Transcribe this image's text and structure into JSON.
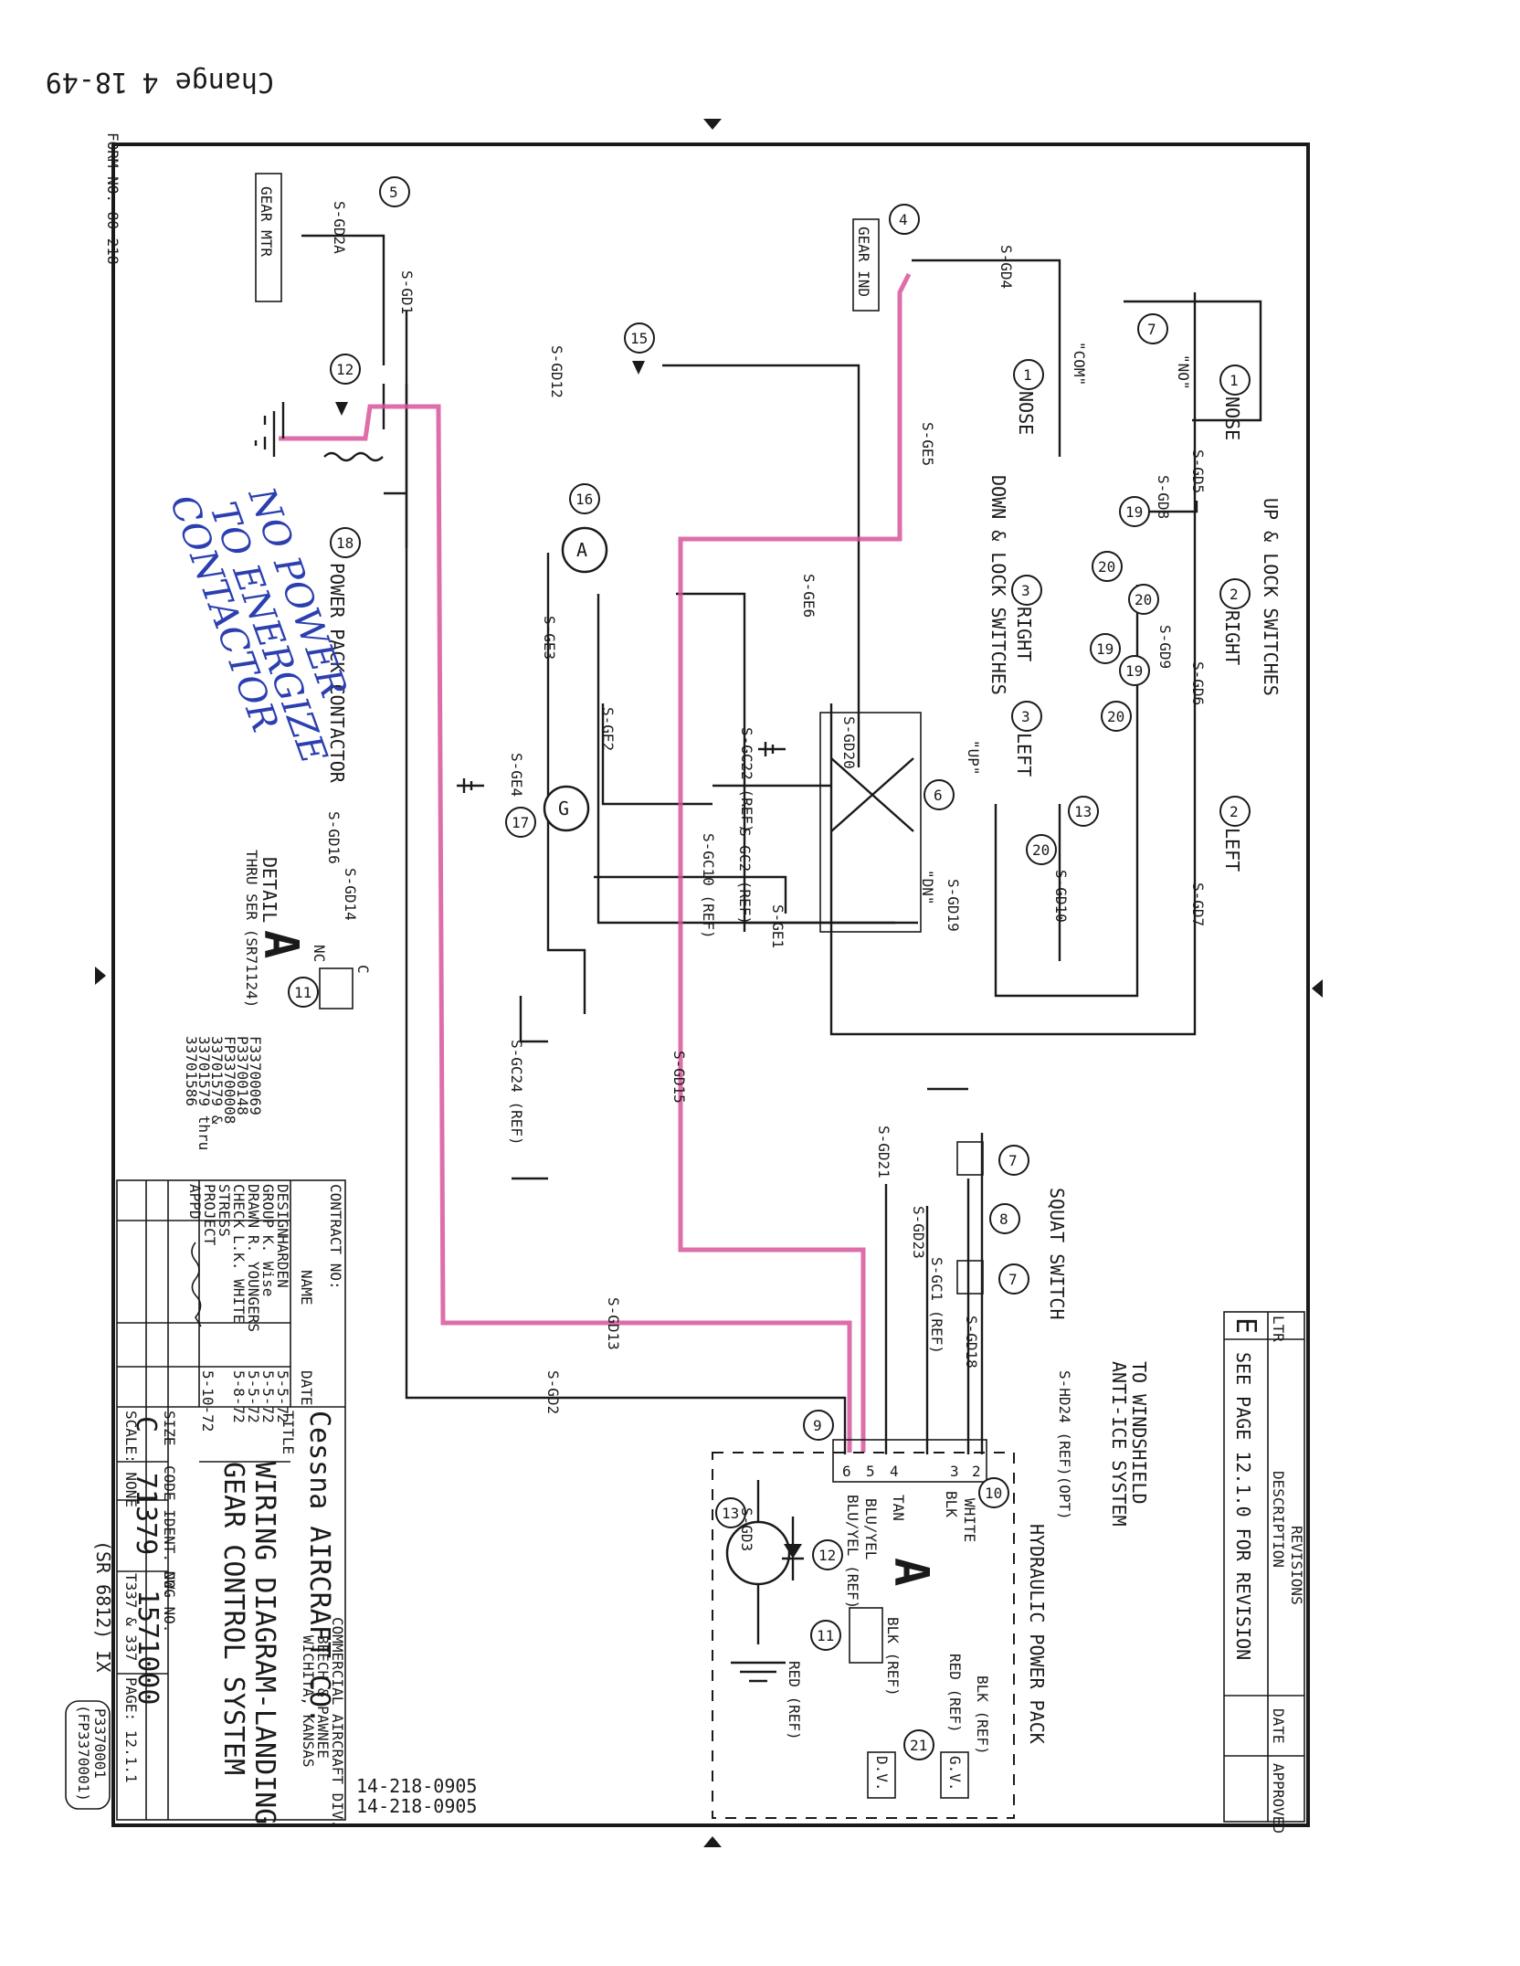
{
  "header": {
    "change": "Change 4",
    "page_ref": "18-49"
  },
  "form_no": "FORM NO. 80-218",
  "revisions": {
    "heading": "REVISIONS",
    "col_ltr": "LTR",
    "col_desc": "DESCRIPTION",
    "col_date": "DATE",
    "col_appr": "APPROVED",
    "row_ltr": "E",
    "row_desc": "SEE PAGE 12.1.0 FOR REVISION"
  },
  "title_block": {
    "contract": "CONTRACT NO:",
    "col_name": "NAME",
    "col_date": "DATE",
    "rows": [
      {
        "role": "DESIGN",
        "name": "HARDEN",
        "date": "5-5-72"
      },
      {
        "role": "GROUP",
        "name": "K. Wise",
        "date": "5-5-72"
      },
      {
        "role": "DRAWN",
        "name": "R. YOUNGERS",
        "date": "5-5-72"
      },
      {
        "role": "CHECK",
        "name": "L.K. WHITE",
        "date": "5-8-72"
      },
      {
        "role": "STRESS",
        "name": "",
        "date": ""
      },
      {
        "role": "PROJECT",
        "name": "[signature]",
        "date": ""
      },
      {
        "role": "APPD",
        "name": "",
        "date": "5-10-72"
      }
    ],
    "company": "Cessna AIRCRAFT CO.",
    "division": "COMMERCIAL AIRCRAFT DIV.",
    "division2": "BEECH & PAWNEE",
    "city": "WICHITA, KANSAS",
    "title_label": "TITLE",
    "title1": "WIRING DIAGRAM-LANDING",
    "title2": "GEAR CONTROL SYSTEM",
    "size_label": "SIZE",
    "size": "C",
    "code_label": "CODE IDENT. NO.",
    "code": "71379",
    "dwg_label": "DWG NO.",
    "dwg": "1571000",
    "scale": "SCALE: NONE",
    "models": "T337 & 337",
    "page": "PAGE: 12.1.1",
    "serial_ref": "(SR 6812) IX",
    "eff1": "P3370001",
    "eff2": "(FP3370001)",
    "doc1": "14-218-0905",
    "doc2": "14-218-0905"
  },
  "labels": {
    "up_lock": "UP & LOCK SWITCHES",
    "down_lock": "DOWN & LOCK SWITCHES",
    "nose": "NOSE",
    "right": "RIGHT",
    "left": "LEFT",
    "gear_ind": "GEAR IND",
    "gear_mtr": "GEAR MTR",
    "power_pack_contactor": "POWER PACK CONTACTOR",
    "squat_switch": "SQUAT SWITCH",
    "hyd_power_pack": "HYDRAULIC POWER PACK",
    "to_windshield": "TO WINDSHIELD",
    "anti_ice": "ANTI-ICE SYSTEM",
    "detail": "DETAIL",
    "detail_thru": "THRU SER (SR71124)",
    "serials": [
      "F33700069",
      "P33700148",
      "FP33700008",
      "33701579 &",
      "33701579 thru",
      "33701586"
    ],
    "up": "\"UP\"",
    "dn": "\"DN\"",
    "no": "\"NO\"",
    "com": "\"COM\"",
    "nc": "NC",
    "c": "C",
    "tan": "TAN",
    "white": "WHITE",
    "blk": "BLK",
    "blk_ref": "BLK (REF)",
    "red_ref": "RED (REF)",
    "blu_yel": "BLU/YEL",
    "blu_yel_ref": "BLU/YEL (REF)",
    "gv": "G.V.",
    "dv": "D.V."
  },
  "wires": {
    "gd1": "S-GD1",
    "gd2": "S-GD2",
    "gd2a": "S-GD2A",
    "gd4": "S-GD4",
    "gd5": "S-GD5",
    "gd6": "S-GD6",
    "gd7": "S-GD7",
    "gd8": "S-GD8",
    "gd9": "S-GD9",
    "gd10": "S-GD10",
    "gd12": "S-GD12",
    "gd13": "S-GD13",
    "gd14": "S-GD14",
    "gd15": "S-GD15",
    "gd16": "S-GD16",
    "gd18": "S-GD18",
    "gd19": "S-GD19",
    "gd20": "S-GD20",
    "gd21": "S-GD21",
    "gd23": "S-GD23",
    "ge1": "S-GE1",
    "ge2": "S-GE2",
    "ge3": "S-GE3",
    "ge4": "S-GE4",
    "ge5": "S-GE5",
    "ge6": "S-GE6",
    "gc1": "S-GC1 (REF)",
    "gc2": "S-GC2 (REF)",
    "gc10": "S-GC10 (REF)",
    "gc22": "S-GC22 (REF)",
    "gc24": "S-GC24 (REF)",
    "gd3": "S-GD3",
    "hd24": "S-HD24 (REF)(OPT)"
  },
  "handwritten": {
    "line1": "NO POWER",
    "line2": "TO ENERGIZE",
    "line3": "CONTACTOR"
  }
}
